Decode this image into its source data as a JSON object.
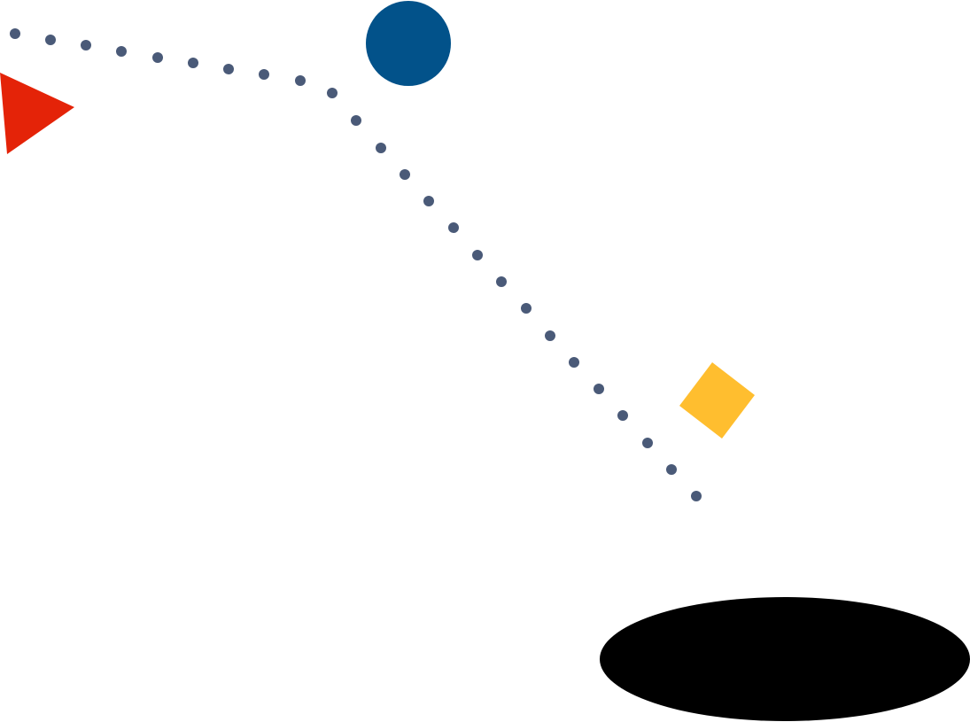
{
  "background_color": "#ffffff",
  "colors": {
    "red": "#e42308",
    "blue": "#02528a",
    "yellow": "#ffbe2f",
    "black": "#000000",
    "dots": "#4a5a78"
  },
  "shapes": [
    {
      "kind": "triangle",
      "name": "red-triangle"
    },
    {
      "kind": "circle",
      "name": "blue-circle"
    },
    {
      "kind": "diamond",
      "name": "yellow-diamond"
    },
    {
      "kind": "ellipse",
      "name": "black-ellipse"
    },
    {
      "kind": "dotted-path",
      "name": "dotted-path"
    }
  ]
}
